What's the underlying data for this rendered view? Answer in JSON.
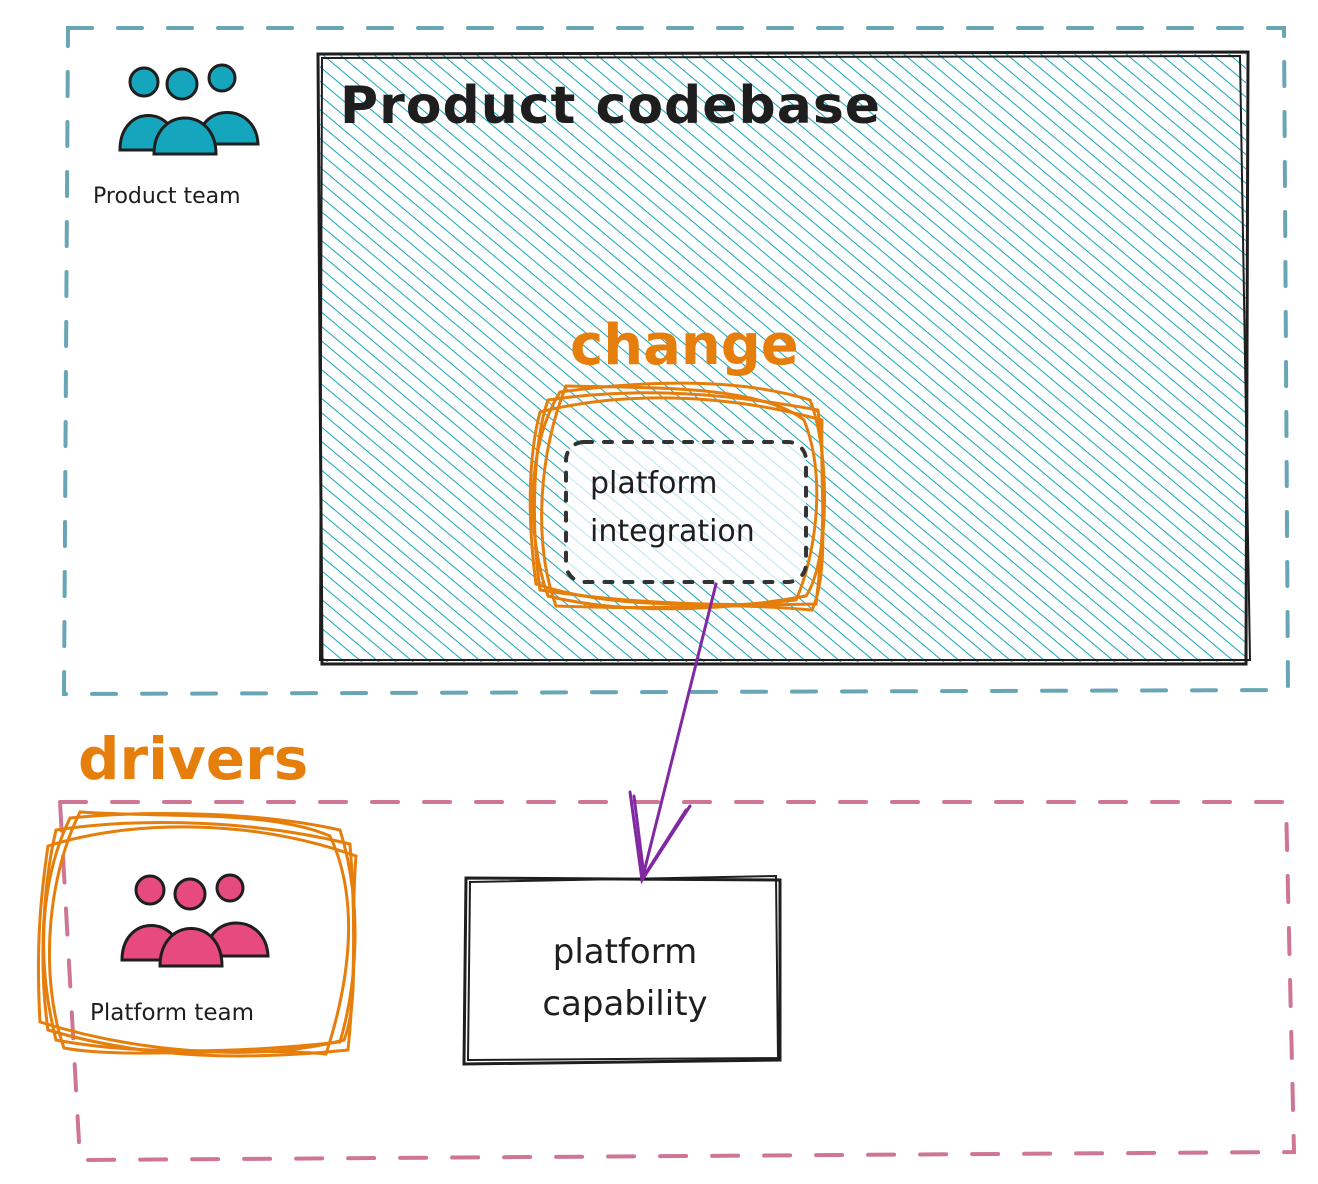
{
  "colors": {
    "product_accent": "#15a6bd",
    "product_hatch": "#15a6bd",
    "product_boundary": "#68a5b5",
    "platform_accent": "#e64a7e",
    "platform_boundary": "#cf7695",
    "highlight": "#e67e0c",
    "arrow": "#8128a3",
    "ink": "#1e1e1e"
  },
  "product_zone": {
    "team_icon": "people-group-icon",
    "team_label": "Product team",
    "codebase_title": "Product codebase",
    "change_label": "change",
    "integration_label": "platform integration"
  },
  "platform_zone": {
    "drivers_label": "drivers",
    "team_icon": "people-group-icon",
    "team_label": "Platform team",
    "capability_label": "platform capability"
  },
  "connections": [
    {
      "from": "platform integration",
      "to": "platform capability",
      "style": "arrow"
    }
  ]
}
